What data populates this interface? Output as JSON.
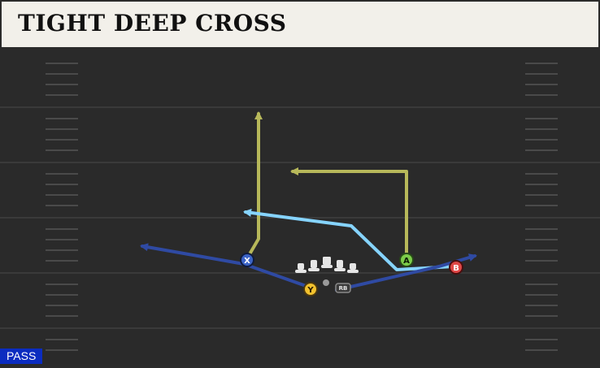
{
  "play": {
    "title": "TIGHT DEEP CROSS",
    "type_badge": "PASS"
  },
  "colors": {
    "header_bg": "#f2f0ea",
    "field_bg": "#2a2a2a",
    "yard_line": "#3a3a3a",
    "hash_mark": "#4a4a4a",
    "route_yellow": "#b7b85a",
    "route_light_blue": "#86d4ff",
    "route_dark_blue": "#2f4aa3",
    "badge_blue": "#0b2cc0",
    "button_x": "#3b63c6",
    "button_a": "#7ccc4a",
    "button_b": "#e04747",
    "button_y": "#f2c12e"
  },
  "players": {
    "x": {
      "label": "X",
      "color_key": "button_x"
    },
    "a": {
      "label": "A",
      "color_key": "button_a"
    },
    "b": {
      "label": "B",
      "color_key": "button_b"
    },
    "y": {
      "label": "Y",
      "color_key": "button_y"
    },
    "rb": {
      "label": "RB"
    }
  }
}
